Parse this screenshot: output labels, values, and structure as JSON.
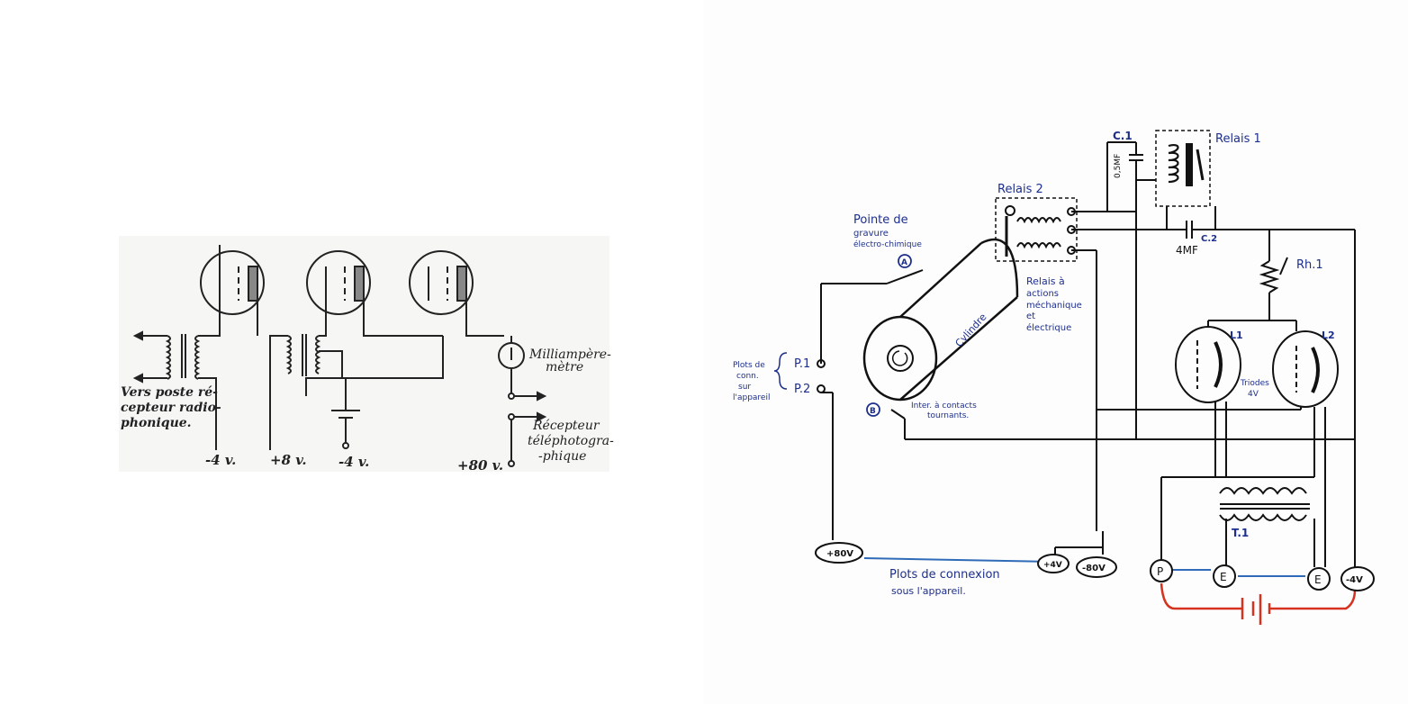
{
  "left_diagram": {
    "labels": {
      "milliammeter": [
        "Milliampère-",
        "mètre"
      ],
      "radio": [
        "Vers poste ré-",
        "cepteur radio-",
        "phonique."
      ],
      "receiver": [
        "Récepteur",
        "téléphotogra-",
        "-phique"
      ],
      "v1": "-4 v.",
      "v2": "+8 v.",
      "v3": "-4 v.",
      "v4": "+80 v."
    }
  },
  "right_diagram": {
    "labels": {
      "c1": "C.1",
      "c1_value": "0,5MF",
      "relais1": "Relais 1",
      "relais2": "Relais 2",
      "c2": "C.2",
      "c2_value": "4MF",
      "rh1": "Rh.1",
      "pointe": [
        "Pointe de",
        "gravure",
        "électro-chimique"
      ],
      "a": "A",
      "b": "B",
      "relais_actions": [
        "Relais à",
        "actions",
        "méchanique",
        "et",
        "électrique"
      ],
      "cylindre": "Cylindre",
      "l1": "L1",
      "l2": "L2",
      "triodes": [
        "Triodes",
        "4V"
      ],
      "plots_side": [
        "Plots de",
        "conn.",
        "sur",
        "l'appareil"
      ],
      "p1": "P.1",
      "p2": "P.2",
      "inter": [
        "Inter. à contacts",
        "tournants."
      ],
      "t1": "T.1",
      "t_plus80": "+80V",
      "t_plus4": "+4V",
      "t_minus80": "-80V",
      "t_p": "P",
      "t_e1": "E",
      "t_e2": "E",
      "t_minus4": "-4V",
      "plots_bottom": [
        "Plots de connexion",
        "sous l'appareil."
      ]
    }
  }
}
